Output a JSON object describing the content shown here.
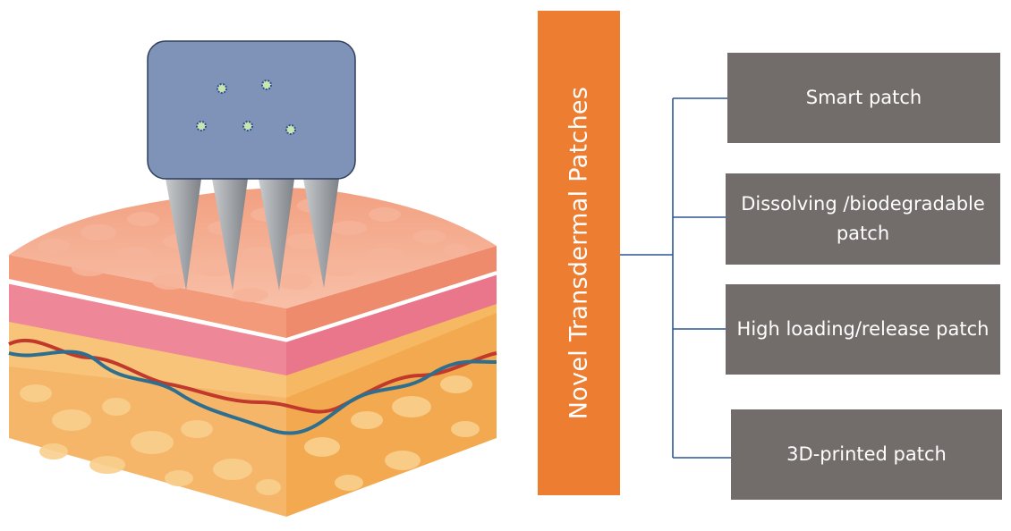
{
  "title": "Novel Transdermal Patches",
  "patch_types": [
    {
      "label": "Smart patch"
    },
    {
      "label": "Dissolving /biodegradable patch"
    },
    {
      "label": "High loading/release patch"
    },
    {
      "label": "3D-printed patch"
    }
  ],
  "colors": {
    "title_bar": "#ED7D31",
    "patch_box": "#726C6A",
    "connector": "#2F5597",
    "patch_backing": "#7F93B8",
    "needle": "#A6A9AD",
    "epidermis": "#F4A98A",
    "dermis_pink": "#EE8798",
    "fat_layer": "#F5B66A",
    "blood_vessel_red": "#C0392B",
    "blood_vessel_blue": "#2E6E8E",
    "drug_particle": "#C8E6B0"
  }
}
